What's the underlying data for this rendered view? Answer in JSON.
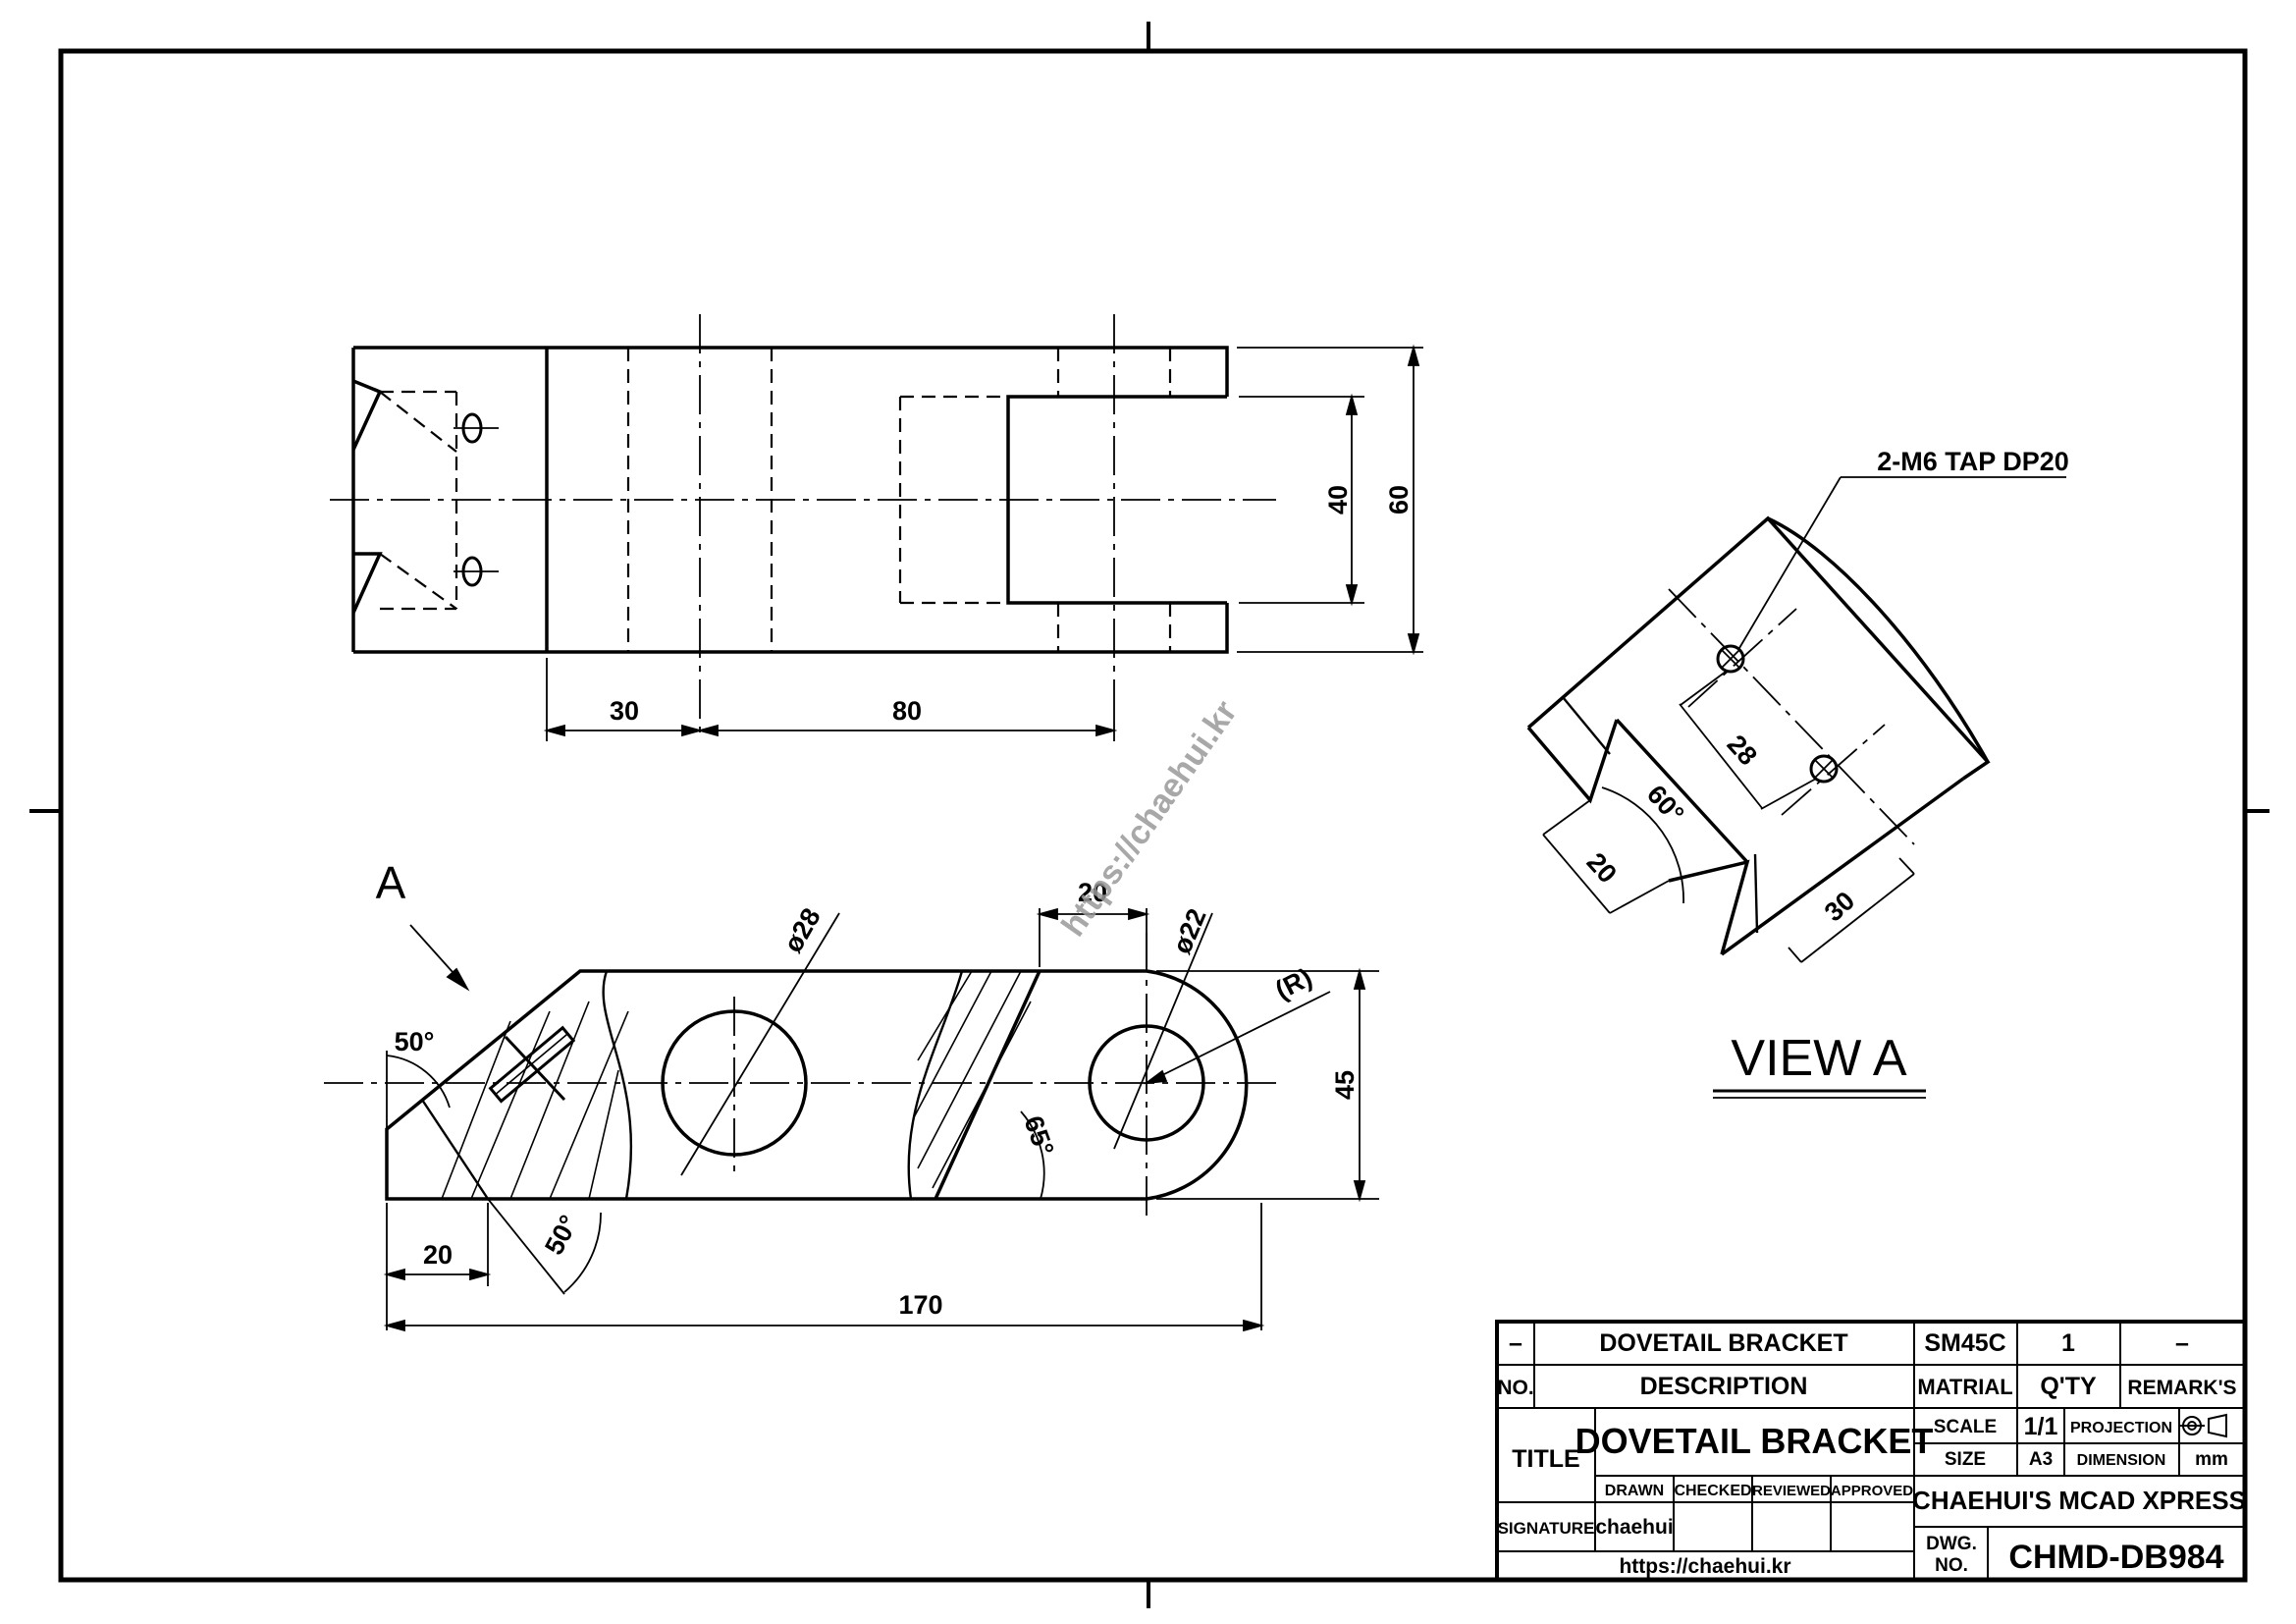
{
  "drawing": {
    "top_view": {
      "dims": {
        "d30": "30",
        "d80": "80",
        "d40": "40",
        "d60": "60"
      }
    },
    "front_view": {
      "view_arrow_label": "A",
      "dims": {
        "d20_top": "20",
        "dia28": "ø28",
        "dia22": "ø22",
        "radius": "(R)",
        "d45": "45",
        "ang50_top": "50°",
        "ang65": "65°",
        "ang50_bot": "50°",
        "d20_bottom": "20",
        "d170": "170"
      }
    },
    "view_a": {
      "title": "VIEW A",
      "tap_note": "2-M6 TAP DP20",
      "dims": {
        "d28": "28",
        "ang60": "60°",
        "d20": "20",
        "d30": "30"
      }
    },
    "watermark": "https://chaehui.kr"
  },
  "title_block": {
    "part_row": {
      "no": "–",
      "description": "DOVETAIL BRACKET",
      "material": "SM45C",
      "qty": "1",
      "remarks": "–"
    },
    "header_row": {
      "no": "NO.",
      "description": "DESCRIPTION",
      "material": "MATRIAL",
      "qty": "Q'TY",
      "remarks": "REMARK'S"
    },
    "title_label": "TITLE",
    "title_value": "DOVETAIL BRACKET",
    "scale_label": "SCALE",
    "scale_value": "1/1",
    "projection_label": "PROJECTION",
    "size_label": "SIZE",
    "size_value": "A3",
    "dimension_label": "DIMENSION",
    "dimension_value": "mm",
    "drawn_label": "DRAWN",
    "checked_label": "CHECKED",
    "reviewed_label": "REVIEWED",
    "approved_label": "APPROVED",
    "signature_label": "SIGNATURE",
    "signature_value": "chaehui",
    "company": "CHAEHUI'S MCAD XPRESS",
    "website": "https://chaehui.kr",
    "dwg_no_label_1": "DWG.",
    "dwg_no_label_2": "NO.",
    "dwg_no": "CHMD-DB984"
  }
}
